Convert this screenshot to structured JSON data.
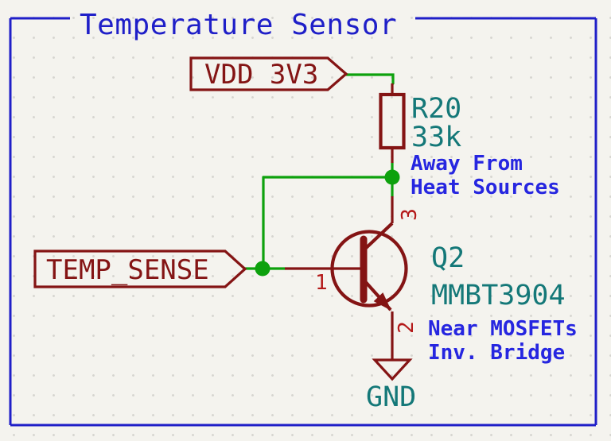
{
  "sheet": {
    "title": "Temperature Sensor"
  },
  "labels": {
    "vdd": "VDD_3V3",
    "temp_sense": "TEMP_SENSE"
  },
  "components": {
    "resistor": {
      "ref": "R20",
      "value": "33k"
    },
    "transistor": {
      "ref": "Q2",
      "value": "MMBT3904",
      "pins": {
        "base": "1",
        "emitter": "2",
        "collector": "3"
      }
    },
    "power": {
      "gnd": "GND"
    }
  },
  "notes": {
    "resistor_note": [
      "Away From",
      "Heat Sources"
    ],
    "transistor_note": [
      "Near MOSFETs",
      "Inv. Bridge"
    ]
  },
  "colors": {
    "background": "#f4f3ee",
    "grid_dot": "#d6d5d0",
    "border_blue": "#1f1fc8",
    "note_blue": "#2626e0",
    "symbol_red": "#841414",
    "pin_number_red": "#b41919",
    "wire_green": "#0da10d",
    "field_teal": "#147878"
  }
}
